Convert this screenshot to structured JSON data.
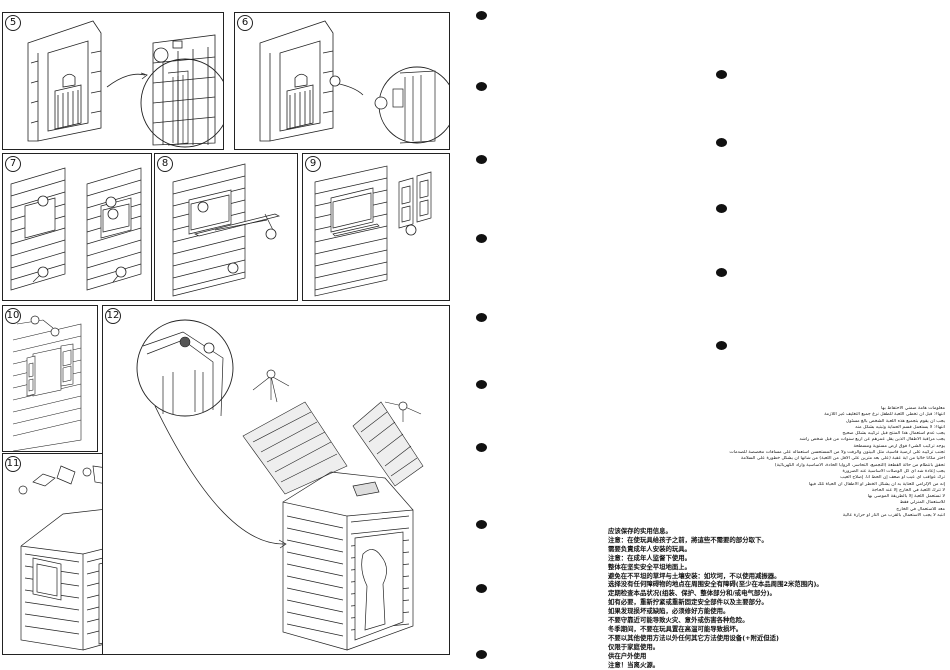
{
  "steps": {
    "s5": "5",
    "s6": "6",
    "s7": "7",
    "s8": "8",
    "s9": "9",
    "s10": "10",
    "s11": "11",
    "s12": "12"
  },
  "arabic_lines": [
    "معلومات هامة ضمني الاحتفاظ بها",
    "انتهاء: قبل أن تخطى اللعبة للطفل نزع جميع التغليف غير اللازمة",
    "يجب أن يقوم بتجميع هذه اللعبة الشخص بالغ مسئول",
    "انتهاء: لا يستعمل قسم الحماية وثبتيه بشكل منه",
    "يجب عدم استعمال هذا المنتج قبل تركيبه بشكل صحيح",
    "يجب مراقبة الأطفال الذين يقل عمرهم عن أربع سنوات من قبل شخص راشد",
    "يوجد تركيب الشيء فوق أرض مستوية ومسطحة",
    "تجنب تركيبه على أرضية قاسية، مثل البيتون والزفت ولا من المستحسن استعماله على مسافات مخصصة للصدمات",
    "اختر مكانا خاليا من أية عقبة (على بعد مترين على الأقل من اللعبة) من شأنها أن يشكل خطورة على السلامة",
    "تحقق بانتظام من حالة القطعة (التجميع، التحاسر، الزوايا الحادة، الأساسية وأراد الكهربائية)",
    "يجب إعادة شد أي كل الوصلات الأساسية عند الضرورة",
    "ترك عواقب أي عيب أو ضعف إن الحظ أنا. إصلاح العيب",
    "إنه من الإلزامي للعناية به أن يشكل الخطر أو الأطفال أن الحياة تلك فيها",
    "لا تترك اللعبة في الخارج إلا عند الحاجة",
    "لا تستعمل اللعبة إلا بالطريقة الموصى بها",
    "للاستعمال المنزلي فقط",
    "معد للاستعمال في الخارج",
    "انتبه لا يجب الاستعمال بالقرب من النار أو حرارة عالية"
  ],
  "chinese_lines": [
    "应该保存的实用信息。",
    "注意：在使玩具给孩子之前，將這些不需要的部分取下。",
    "需要负責成年人安装的玩具。",
    "注意：在成年人监督下使用。",
    "整体在坚实安全平坦地面上。",
    "避免在不平坦的草坪与土壤安装：如坎坷，不以使用减振器。",
    "选择没有任何障碍物的地点在周围安全有障碍(至少在本品周围2米范围内)。",
    "定期检查本品状况(组装、保护、整体部分和/或电气部分)。",
    "如有必要，重新拧紧或重新固定安全部件以及主要部分。",
    "如果发现损坏或缺陷，必须修好方能使用。",
    "不要守靠近可能导致火灾、意外或伤害各种危险。",
    "冬季期间，不要在玩具置在高温可能导致损坏。",
    "不要以其他使用方法以外任何其它方法使用设备(+附近但适)",
    "仅限于家庭使用。",
    "供在户外使用",
    "注意！当离火源。"
  ]
}
